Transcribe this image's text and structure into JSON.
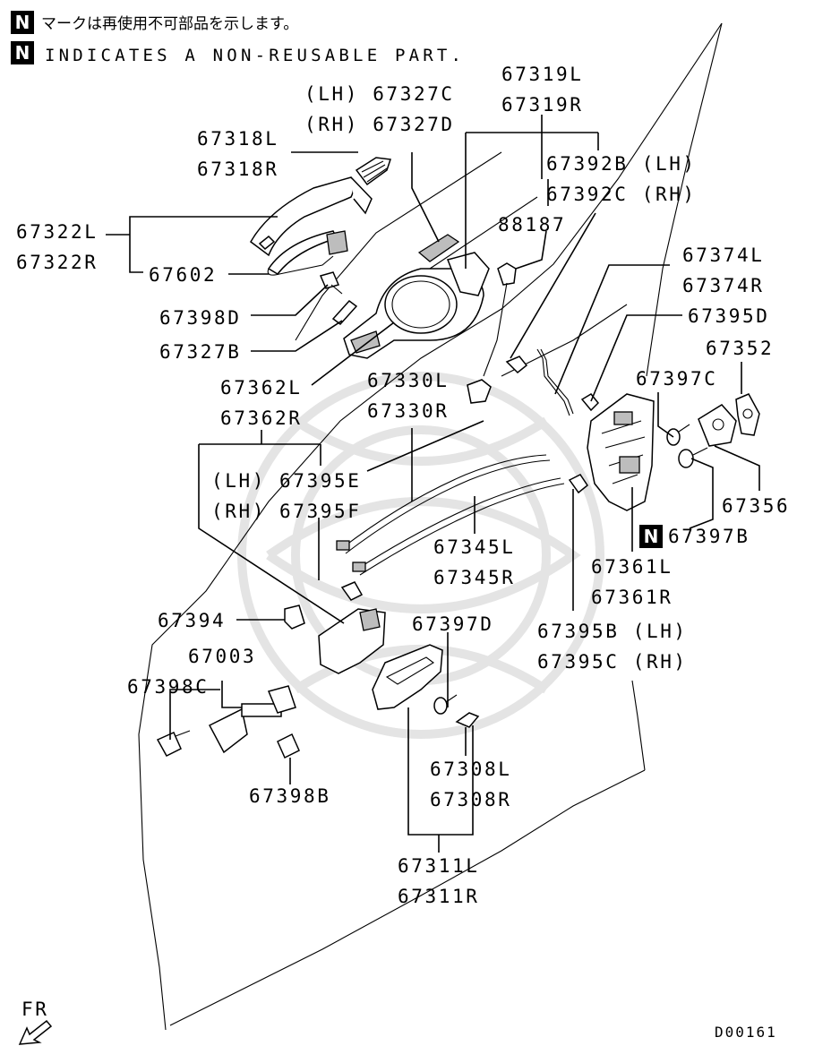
{
  "notes": {
    "badge": "N",
    "japanese": "マークは再使用不可部品を示します。",
    "english": "INDICATES A NON-REUSABLE PART."
  },
  "labels": {
    "p67327c": "(LH) 67327C",
    "p67327d": "(RH) 67327D",
    "p67319l": "67319L",
    "p67319r": "67319R",
    "p67318l": "67318L",
    "p67318r": "67318R",
    "p67392b": "67392B (LH)",
    "p67392c": "67392C (RH)",
    "p88187": "88187",
    "p67322l": "67322L",
    "p67322r": "67322R",
    "p67602": "67602",
    "p67374l": "67374L",
    "p67374r": "67374R",
    "p67398d": "67398D",
    "p67395d": "67395D",
    "p67327b": "67327B",
    "p67352": "67352",
    "p67397c": "67397C",
    "p67362l": "67362L",
    "p67362r": "67362R",
    "p67330l": "67330L",
    "p67330r": "67330R",
    "p67395e_lh": "(LH)",
    "p67395e": "67395E",
    "p67395f_rh": "(RH)",
    "p67395f": "67395F",
    "p67356": "67356",
    "p67397b": "67397B",
    "p67345l": "67345L",
    "p67345r": "67345R",
    "p67361l": "67361L",
    "p67361r": "67361R",
    "p67394": "67394",
    "p67397d": "67397D",
    "p67395b": "67395B (LH)",
    "p67395c": "67395C (RH)",
    "p67003": "67003",
    "p67398c": "67398C",
    "p67308l": "67308L",
    "p67308r": "67308R",
    "p67398b": "67398B",
    "p67311l": "67311L",
    "p67311r": "67311R",
    "fr": "FR",
    "code": "D00161"
  }
}
